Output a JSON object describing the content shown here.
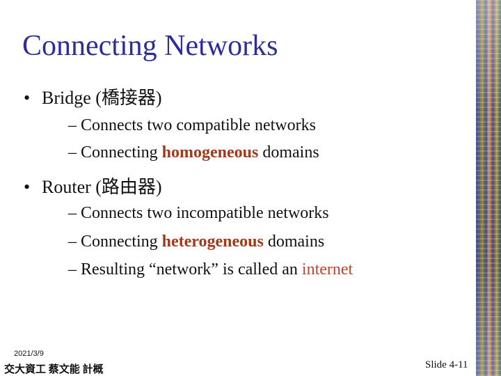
{
  "title": "Connecting Networks",
  "bullets": [
    {
      "marker": "•",
      "text": "Bridge (橋接器)",
      "subs": [
        {
          "dash": "–",
          "pre": "Connects two compatible networks",
          "highlight": "",
          "post": ""
        },
        {
          "dash": "–",
          "pre": "Connecting ",
          "highlight": "homogeneous",
          "post": " domains"
        }
      ]
    },
    {
      "marker": "•",
      "text": "Router (路由器)",
      "subs": [
        {
          "dash": "–",
          "pre": "Connects two incompatible networks",
          "highlight": "",
          "post": ""
        },
        {
          "dash": "–",
          "pre": "Connecting ",
          "highlight": "heterogeneous",
          "post": " domains"
        },
        {
          "dash": "–",
          "pre": "Resulting “network” is called an ",
          "highlight": "internet",
          "post": ""
        }
      ]
    }
  ],
  "footer": {
    "date": "2021/3/9",
    "author": "交大資工 蔡文能 計概",
    "slide": "Slide 4-11"
  },
  "colors": {
    "title": "#2d2d9a",
    "highlight_bold": "#a23a1a",
    "highlight_plain": "#c0442a"
  }
}
